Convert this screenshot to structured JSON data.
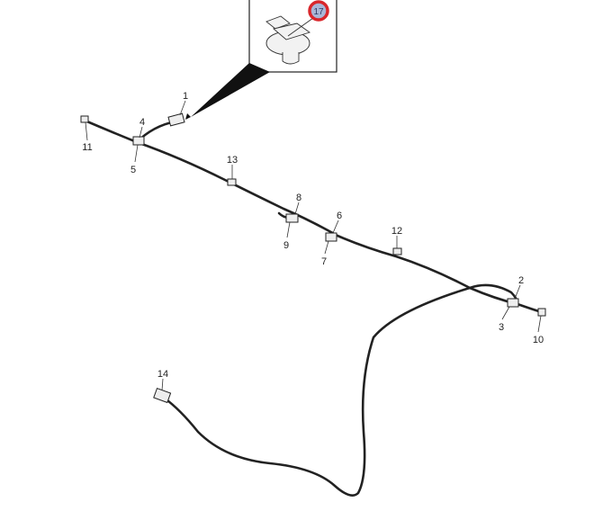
{
  "diagram": {
    "inset_badge": "17",
    "badge_color": "#d9262b",
    "badge_fill": "#a9b6d6",
    "part_labels": {
      "p1": "1",
      "p2": "2",
      "p3": "3",
      "p4": "4",
      "p5": "5",
      "p6": "6",
      "p7": "7",
      "p8": "8",
      "p9": "9",
      "p10": "10",
      "p11": "11",
      "p12": "12",
      "p13": "13",
      "p14": "14"
    }
  }
}
